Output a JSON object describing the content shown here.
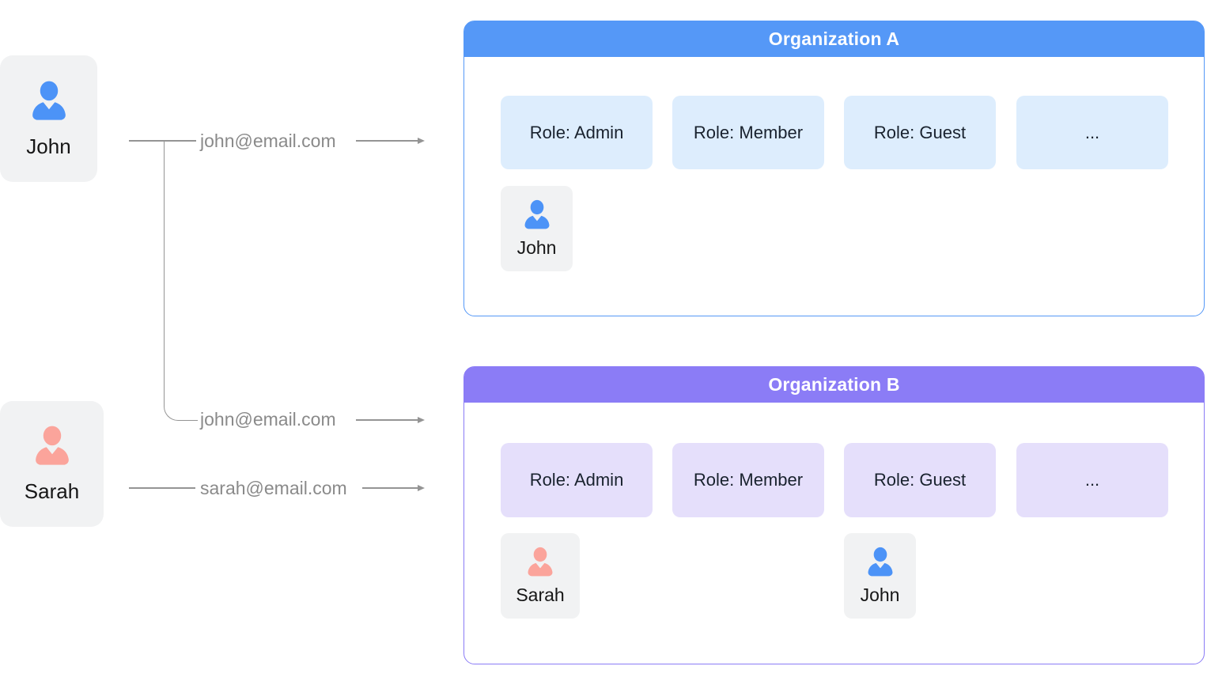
{
  "colors": {
    "org_a_accent": "#5598f7",
    "org_a_chip_bg": "#ddedfd",
    "org_b_accent": "#8b7cf6",
    "org_b_chip_bg": "#e5dffb",
    "user_card_bg": "#f1f2f3",
    "john_icon": "#4c93f7",
    "sarah_icon": "#fba49b",
    "connector": "#949494",
    "email_text": "#8a8a8a",
    "chip_text": "#19222e",
    "name_text": "#161616"
  },
  "users": [
    {
      "name": "John",
      "email": "john@email.com"
    },
    {
      "name": "Sarah",
      "email": "sarah@email.com"
    }
  ],
  "connections": [
    {
      "user": "John",
      "email": "john@email.com",
      "target": "Organization A"
    },
    {
      "user": "John",
      "email": "john@email.com",
      "target": "Organization B"
    },
    {
      "user": "Sarah",
      "email": "sarah@email.com",
      "target": "Organization B"
    }
  ],
  "organizations": [
    {
      "title": "Organization A",
      "roles": [
        "Role: Admin",
        "Role: Member",
        "Role: Guest",
        "..."
      ],
      "members": [
        {
          "name": "John",
          "under_role": "Role: Admin"
        }
      ]
    },
    {
      "title": "Organization B",
      "roles": [
        "Role: Admin",
        "Role: Member",
        "Role: Guest",
        "..."
      ],
      "members": [
        {
          "name": "Sarah",
          "under_role": "Role: Admin"
        },
        {
          "name": "John",
          "under_role": "Role: Guest"
        }
      ]
    }
  ]
}
